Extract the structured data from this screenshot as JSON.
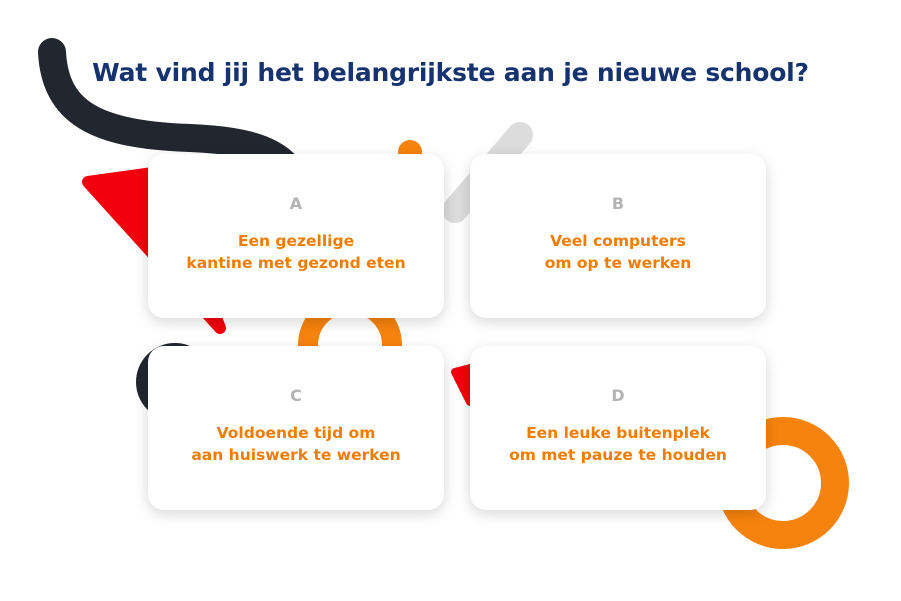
{
  "title": "Wat vind jij het belangrijkste aan je nieuwe school?",
  "colors": {
    "title": "#16336f",
    "answer_text": "#f07d00",
    "letter": "#b3b3b3",
    "orange": "#f6830d",
    "red": "#f2000d",
    "navy": "#22262f",
    "grey": "#dcdcdc"
  },
  "options": [
    {
      "letter": "A",
      "line1": "Een gezellige",
      "line2": "kantine met gezond eten"
    },
    {
      "letter": "B",
      "line1": "Veel computers",
      "line2": "om op te werken"
    },
    {
      "letter": "C",
      "line1": "Voldoende tijd om",
      "line2": "aan huiswerk te werken"
    },
    {
      "letter": "D",
      "line1": "Een leuke buitenplek",
      "line2": "om met pauze te houden"
    }
  ]
}
